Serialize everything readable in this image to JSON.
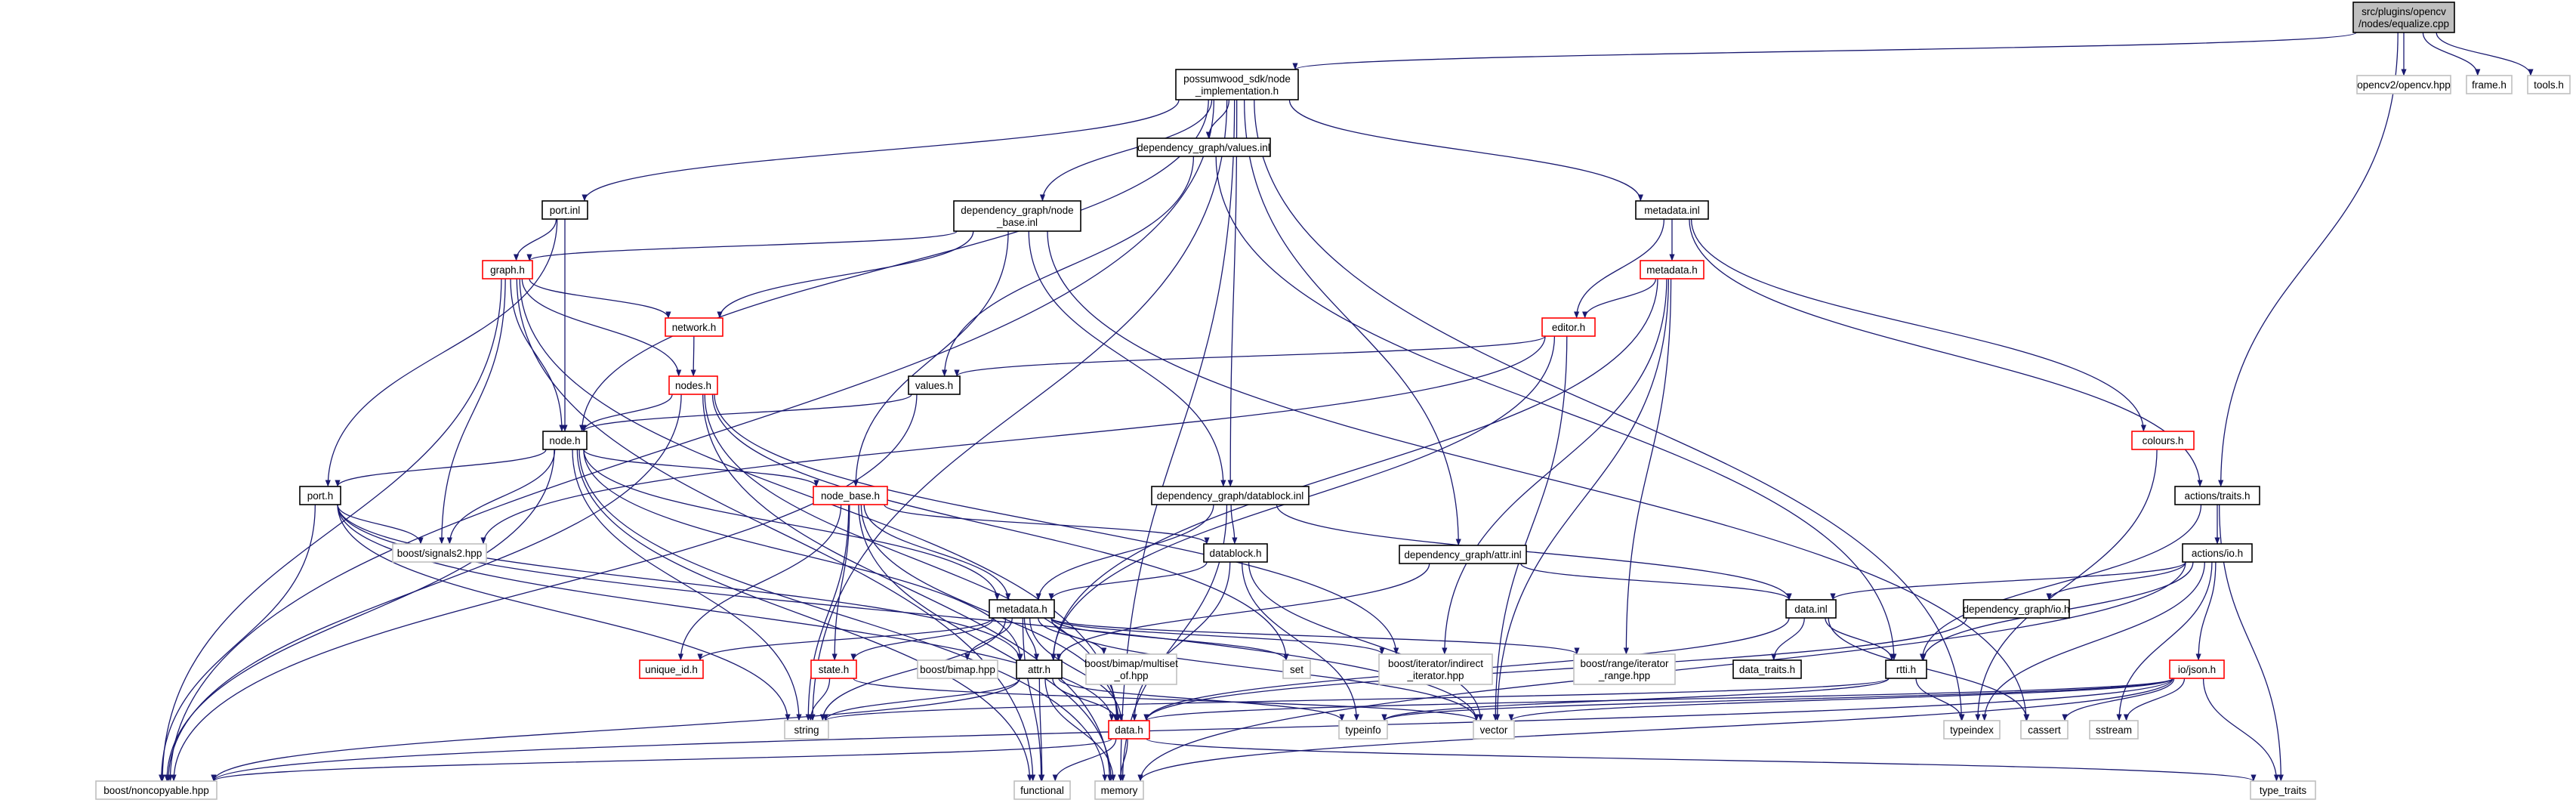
{
  "title": "",
  "colors": {
    "edge": "#191970",
    "border_default": "#000000",
    "border_link": "#ff0000",
    "border_external": "#bfbfbf",
    "fill_root": "#bfbfbf",
    "fill_default": "#ffffff"
  },
  "nodes": {
    "equalize": {
      "lines": [
        "src/plugins/opencv",
        "/nodes/equalize.cpp"
      ],
      "style": "root"
    },
    "impl": {
      "lines": [
        "possumwood_sdk/node",
        "_implementation.h"
      ],
      "style": "default"
    },
    "opencv_hpp": {
      "lines": [
        "opencv2/opencv.hpp"
      ],
      "style": "external"
    },
    "frame_h": {
      "lines": [
        "frame.h"
      ],
      "style": "external"
    },
    "tools_h": {
      "lines": [
        "tools.h"
      ],
      "style": "external"
    },
    "values_inl": {
      "lines": [
        "dependency_graph/values.inl"
      ],
      "style": "default"
    },
    "port_inl": {
      "lines": [
        "port.inl"
      ],
      "style": "default"
    },
    "node_base_inl": {
      "lines": [
        "dependency_graph/node",
        "_base.inl"
      ],
      "style": "default"
    },
    "metadata_inl": {
      "lines": [
        "metadata.inl"
      ],
      "style": "default"
    },
    "graph_h": {
      "lines": [
        "graph.h"
      ],
      "style": "link"
    },
    "metadata_h_top": {
      "lines": [
        "metadata.h"
      ],
      "style": "link"
    },
    "network_h": {
      "lines": [
        "network.h"
      ],
      "style": "link"
    },
    "editor_h": {
      "lines": [
        "editor.h"
      ],
      "style": "link"
    },
    "nodes_h": {
      "lines": [
        "nodes.h"
      ],
      "style": "link"
    },
    "values_h": {
      "lines": [
        "values.h"
      ],
      "style": "default"
    },
    "colours_h": {
      "lines": [
        "colours.h"
      ],
      "style": "link"
    },
    "node_h": {
      "lines": [
        "node.h"
      ],
      "style": "default"
    },
    "port_h": {
      "lines": [
        "port.h"
      ],
      "style": "default"
    },
    "node_base_h": {
      "lines": [
        "node_base.h"
      ],
      "style": "link"
    },
    "datablock_inl": {
      "lines": [
        "dependency_graph/datablock.inl"
      ],
      "style": "default"
    },
    "actions_traits_h": {
      "lines": [
        "actions/traits.h"
      ],
      "style": "default"
    },
    "boost_signals2": {
      "lines": [
        "boost/signals2.hpp"
      ],
      "style": "external"
    },
    "attr_inl": {
      "lines": [
        "dependency_graph/attr.inl"
      ],
      "style": "default"
    },
    "datablock_h": {
      "lines": [
        "datablock.h"
      ],
      "style": "default"
    },
    "actions_io_h": {
      "lines": [
        "actions/io.h"
      ],
      "style": "default"
    },
    "metadata_h": {
      "lines": [
        "metadata.h"
      ],
      "style": "default"
    },
    "data_inl": {
      "lines": [
        "data.inl"
      ],
      "style": "default"
    },
    "dg_io_h": {
      "lines": [
        "dependency_graph/io.h"
      ],
      "style": "default"
    },
    "unique_id_h": {
      "lines": [
        "unique_id.h"
      ],
      "style": "link"
    },
    "state_h": {
      "lines": [
        "state.h"
      ],
      "style": "link"
    },
    "boost_bimap": {
      "lines": [
        "boost/bimap.hpp"
      ],
      "style": "external"
    },
    "attr_h": {
      "lines": [
        "attr.h"
      ],
      "style": "default"
    },
    "bimap_multiset": {
      "lines": [
        "boost/bimap/multiset",
        "_of.hpp"
      ],
      "style": "external"
    },
    "set": {
      "lines": [
        "set"
      ],
      "style": "external"
    },
    "iterator_indirect": {
      "lines": [
        "boost/iterator/indirect",
        "_iterator.hpp"
      ],
      "style": "external"
    },
    "range_iterator": {
      "lines": [
        "boost/range/iterator",
        "_range.hpp"
      ],
      "style": "external"
    },
    "data_traits_h": {
      "lines": [
        "data_traits.h"
      ],
      "style": "default"
    },
    "rtti_h": {
      "lines": [
        "rtti.h"
      ],
      "style": "default"
    },
    "io_json_h": {
      "lines": [
        "io/json.h"
      ],
      "style": "link"
    },
    "string": {
      "lines": [
        "string"
      ],
      "style": "external"
    },
    "typeinfo": {
      "lines": [
        "typeinfo"
      ],
      "style": "external"
    },
    "vector": {
      "lines": [
        "vector"
      ],
      "style": "external"
    },
    "typeindex": {
      "lines": [
        "typeindex"
      ],
      "style": "external"
    },
    "cassert": {
      "lines": [
        "cassert"
      ],
      "style": "external"
    },
    "sstream": {
      "lines": [
        "sstream"
      ],
      "style": "external"
    },
    "data_h": {
      "lines": [
        "data.h"
      ],
      "style": "link"
    },
    "noncopyable": {
      "lines": [
        "boost/noncopyable.hpp"
      ],
      "style": "external"
    },
    "functional": {
      "lines": [
        "functional"
      ],
      "style": "external"
    },
    "memory": {
      "lines": [
        "memory"
      ],
      "style": "external"
    },
    "type_traits": {
      "lines": [
        "type_traits"
      ],
      "style": "external"
    }
  },
  "edges": [
    [
      "equalize",
      "impl"
    ],
    [
      "equalize",
      "opencv_hpp"
    ],
    [
      "equalize",
      "frame_h"
    ],
    [
      "equalize",
      "tools_h"
    ],
    [
      "equalize",
      "actions_traits_h"
    ],
    [
      "impl",
      "port_inl"
    ],
    [
      "impl",
      "values_inl"
    ],
    [
      "impl",
      "node_base_inl"
    ],
    [
      "impl",
      "metadata_inl"
    ],
    [
      "impl",
      "node_h"
    ],
    [
      "impl",
      "datablock_inl"
    ],
    [
      "impl",
      "attr_inl"
    ],
    [
      "impl",
      "noncopyable"
    ],
    [
      "impl",
      "string"
    ],
    [
      "impl",
      "memory"
    ],
    [
      "impl",
      "typeindex"
    ],
    [
      "values_inl",
      "values_h"
    ],
    [
      "values_inl",
      "rtti_h"
    ],
    [
      "port_inl",
      "graph_h"
    ],
    [
      "port_inl",
      "node_h"
    ],
    [
      "port_inl",
      "port_h"
    ],
    [
      "node_base_inl",
      "graph_h"
    ],
    [
      "node_base_inl",
      "network_h"
    ],
    [
      "node_base_inl",
      "node_base_h"
    ],
    [
      "node_base_inl",
      "datablock_inl"
    ],
    [
      "node_base_inl",
      "cassert"
    ],
    [
      "metadata_inl",
      "metadata_h_top"
    ],
    [
      "metadata_inl",
      "editor_h"
    ],
    [
      "metadata_inl",
      "colours_h"
    ],
    [
      "metadata_inl",
      "actions_traits_h"
    ],
    [
      "graph_h",
      "network_h"
    ],
    [
      "graph_h",
      "nodes_h"
    ],
    [
      "graph_h",
      "node_h"
    ],
    [
      "graph_h",
      "boost_signals2"
    ],
    [
      "graph_h",
      "noncopyable"
    ],
    [
      "graph_h",
      "functional"
    ],
    [
      "graph_h",
      "data_h"
    ],
    [
      "metadata_h_top",
      "editor_h"
    ],
    [
      "metadata_h_top",
      "attr_h"
    ],
    [
      "metadata_h_top",
      "iterator_indirect"
    ],
    [
      "metadata_h_top",
      "range_iterator"
    ],
    [
      "metadata_h_top",
      "vector"
    ],
    [
      "network_h",
      "nodes_h"
    ],
    [
      "editor_h",
      "values_h"
    ],
    [
      "editor_h",
      "boost_signals2"
    ],
    [
      "editor_h",
      "attr_h"
    ],
    [
      "editor_h",
      "vector"
    ],
    [
      "nodes_h",
      "node_h"
    ],
    [
      "nodes_h",
      "iterator_indirect"
    ],
    [
      "nodes_h",
      "set"
    ],
    [
      "nodes_h",
      "noncopyable"
    ],
    [
      "nodes_h",
      "memory"
    ],
    [
      "nodes_h",
      "data_h"
    ],
    [
      "values_h",
      "node_h"
    ],
    [
      "values_h",
      "noncopyable"
    ],
    [
      "colours_h",
      "typeindex"
    ],
    [
      "node_h",
      "port_h"
    ],
    [
      "node_h",
      "node_base_h"
    ],
    [
      "node_h",
      "boost_signals2"
    ],
    [
      "node_h",
      "metadata_h"
    ],
    [
      "node_h",
      "attr_h"
    ],
    [
      "node_h",
      "noncopyable"
    ],
    [
      "node_h",
      "functional"
    ],
    [
      "node_h",
      "memory"
    ],
    [
      "node_h",
      "string"
    ],
    [
      "port_h",
      "boost_signals2"
    ],
    [
      "port_h",
      "attr_h"
    ],
    [
      "port_h",
      "noncopyable"
    ],
    [
      "port_h",
      "string"
    ],
    [
      "port_h",
      "data_h"
    ],
    [
      "port_h",
      "vector"
    ],
    [
      "node_base_h",
      "metadata_h"
    ],
    [
      "node_base_h",
      "datablock_h"
    ],
    [
      "node_base_h",
      "unique_id_h"
    ],
    [
      "node_base_h",
      "state_h"
    ],
    [
      "node_base_h",
      "string"
    ],
    [
      "node_base_h",
      "memory"
    ],
    [
      "node_base_h",
      "data_h"
    ],
    [
      "datablock_inl",
      "datablock_h"
    ],
    [
      "datablock_inl",
      "metadata_h"
    ],
    [
      "datablock_inl",
      "data_inl"
    ],
    [
      "datablock_inl",
      "memory"
    ],
    [
      "actions_traits_h",
      "actions_io_h"
    ],
    [
      "actions_traits_h",
      "rtti_h"
    ],
    [
      "actions_traits_h",
      "type_traits"
    ],
    [
      "attr_inl",
      "attr_h"
    ],
    [
      "attr_inl",
      "data_inl"
    ],
    [
      "datablock_h",
      "metadata_h"
    ],
    [
      "datablock_h",
      "data_h"
    ],
    [
      "datablock_h",
      "vector"
    ],
    [
      "datablock_h",
      "typeinfo"
    ],
    [
      "actions_io_h",
      "data_inl"
    ],
    [
      "actions_io_h",
      "dg_io_h"
    ],
    [
      "actions_io_h",
      "io_json_h"
    ],
    [
      "actions_io_h",
      "rtti_h"
    ],
    [
      "actions_io_h",
      "typeindex"
    ],
    [
      "actions_io_h",
      "sstream"
    ],
    [
      "actions_io_h",
      "memory"
    ],
    [
      "metadata_h",
      "unique_id_h"
    ],
    [
      "metadata_h",
      "state_h"
    ],
    [
      "metadata_h",
      "boost_bimap"
    ],
    [
      "metadata_h",
      "attr_h"
    ],
    [
      "metadata_h",
      "bimap_multiset"
    ],
    [
      "metadata_h",
      "set"
    ],
    [
      "metadata_h",
      "iterator_indirect"
    ],
    [
      "metadata_h",
      "range_iterator"
    ],
    [
      "metadata_h",
      "string"
    ],
    [
      "metadata_h",
      "functional"
    ],
    [
      "metadata_h",
      "data_h"
    ],
    [
      "metadata_h",
      "vector"
    ],
    [
      "data_inl",
      "data_traits_h"
    ],
    [
      "data_inl",
      "rtti_h"
    ],
    [
      "data_inl",
      "data_h"
    ],
    [
      "data_inl",
      "cassert"
    ],
    [
      "dg_io_h",
      "data_h"
    ],
    [
      "state_h",
      "string"
    ],
    [
      "state_h",
      "vector"
    ],
    [
      "attr_h",
      "string"
    ],
    [
      "attr_h",
      "typeinfo"
    ],
    [
      "attr_h",
      "data_h"
    ],
    [
      "attr_h",
      "functional"
    ],
    [
      "attr_h",
      "memory"
    ],
    [
      "attr_h",
      "noncopyable"
    ],
    [
      "rtti_h",
      "string"
    ],
    [
      "rtti_h",
      "typeinfo"
    ],
    [
      "rtti_h",
      "typeindex"
    ],
    [
      "io_json_h",
      "data_h"
    ],
    [
      "io_json_h",
      "vector"
    ],
    [
      "io_json_h",
      "cassert"
    ],
    [
      "io_json_h",
      "sstream"
    ],
    [
      "io_json_h",
      "type_traits"
    ],
    [
      "io_json_h",
      "memory"
    ],
    [
      "io_json_h",
      "typeinfo"
    ],
    [
      "io_json_h",
      "noncopyable"
    ],
    [
      "data_h",
      "noncopyable"
    ],
    [
      "data_h",
      "functional"
    ],
    [
      "data_h",
      "memory"
    ],
    [
      "data_h",
      "type_traits"
    ]
  ]
}
